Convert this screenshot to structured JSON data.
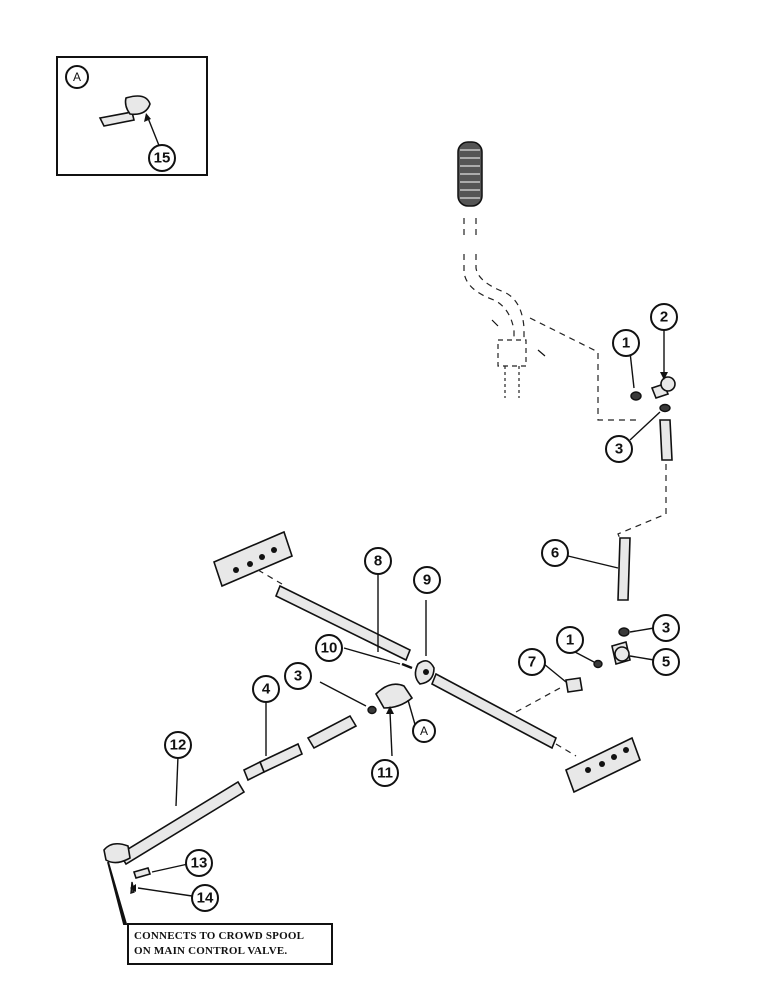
{
  "detail_view": {
    "label": "A",
    "callout": "15"
  },
  "callouts": [
    {
      "id": "c1a",
      "label": "1"
    },
    {
      "id": "c2",
      "label": "2"
    },
    {
      "id": "c3a",
      "label": "3"
    },
    {
      "id": "c6",
      "label": "6"
    },
    {
      "id": "c8",
      "label": "8"
    },
    {
      "id": "c9",
      "label": "9"
    },
    {
      "id": "c10",
      "label": "10"
    },
    {
      "id": "c1b",
      "label": "1"
    },
    {
      "id": "c7",
      "label": "7"
    },
    {
      "id": "c3b",
      "label": "3"
    },
    {
      "id": "c5",
      "label": "5"
    },
    {
      "id": "c3c",
      "label": "3"
    },
    {
      "id": "c4",
      "label": "4"
    },
    {
      "id": "c12",
      "label": "12"
    },
    {
      "id": "cA",
      "label": "A"
    },
    {
      "id": "c11",
      "label": "11"
    },
    {
      "id": "c13",
      "label": "13"
    },
    {
      "id": "c14",
      "label": "14"
    }
  ],
  "note": {
    "line1": "CONNECTS TO CROWD SPOOL",
    "line2": "ON MAIN CONTROL VALVE."
  }
}
